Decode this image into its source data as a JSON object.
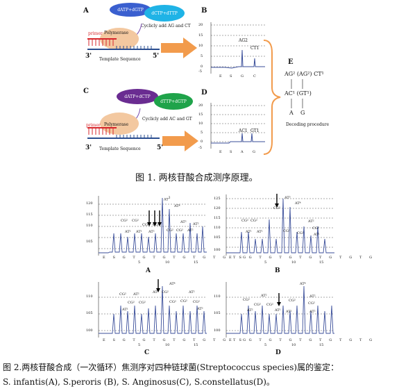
{
  "fig1": {
    "panel_a": {
      "letter": "A",
      "pill1": "dATP+dGTP",
      "pill2": "dCTP+dTTP",
      "cycle_text": "Cyclicly add AG and CT",
      "primer": "primer",
      "polymerase": "Polymerase",
      "three_prime": "3'",
      "five_prime": "5'",
      "template": "Template Sequence"
    },
    "panel_b": {
      "letter": "B",
      "peak1": "AG2",
      "peak2": "CT1",
      "y_ticks": [
        "20",
        "15",
        "10",
        "5",
        "0",
        "-5"
      ],
      "x_ticks": [
        "E",
        "S",
        "G",
        "C"
      ]
    },
    "panel_c": {
      "letter": "C",
      "pill1": "dATP+dCTP",
      "pill2": "dTTP+dGTP",
      "cycle_text": "Cyclicly add AC and GT",
      "primer": "primer",
      "polymerase": "Polymerase",
      "three_prime": "3'",
      "five_prime": "5'",
      "template": "Template Sequence"
    },
    "panel_d": {
      "letter": "D",
      "peak1": "AC1",
      "peak2": "GT1",
      "y_ticks": [
        "20",
        "15",
        "10",
        "5",
        "0",
        "-5"
      ],
      "x_ticks": [
        "E",
        "S",
        "A",
        "G"
      ]
    },
    "panel_e": {
      "letter": "E",
      "line1": "AG² (AG²) CT¹",
      "line2": "AC¹ (GT¹)",
      "base1": "A",
      "base2": "G",
      "decode": "Decoding procedure"
    },
    "caption": "图 1.  两核苷酸合成测序原理。"
  },
  "fig2": {
    "x_seq": [
      "E",
      "S",
      "G",
      "T",
      "G",
      "T",
      "G",
      "T",
      "G",
      "T",
      "G",
      "T",
      "G",
      "T",
      "G"
    ],
    "x_nums": [
      "5",
      "10",
      "15"
    ],
    "a": {
      "label": "A",
      "y_ticks": [
        "120",
        "115",
        "110",
        "105"
      ],
      "peaks": [
        "CG²",
        "CG²",
        "CG²",
        "CG²",
        "AT¹",
        "AT¹",
        "AT²",
        "AT³",
        "AT⁴",
        "AT²",
        "CG²",
        "CG²",
        "AT²",
        "AT²"
      ]
    },
    "b": {
      "label": "B",
      "y_ticks": [
        "125",
        "120",
        "115",
        "110",
        "105",
        "100"
      ],
      "peaks": [
        "CG²",
        "CG²",
        "CG²",
        "AT¹",
        "AT¹",
        "AT³",
        "AT⁴",
        "CG²",
        "AT²",
        "CG²",
        "CG²",
        "AT¹"
      ]
    },
    "c": {
      "label": "C",
      "y_ticks": [
        "110",
        "105",
        "100"
      ],
      "peaks": [
        "CG²",
        "AT²",
        "CG²",
        "CG²",
        "AT¹",
        "AT²",
        "CG²",
        "AT⁴",
        "CG²",
        "AT²",
        "AT²",
        "CG²",
        "CG²"
      ]
    },
    "d": {
      "label": "D",
      "y_ticks": [
        "110",
        "105",
        "100"
      ],
      "peaks": [
        "CG²",
        "AT²",
        "CG²",
        "AT²",
        "CG²",
        "AT¹",
        "AT¹",
        "AT⁴",
        "CG²",
        "AT²",
        "AT²",
        "CG²"
      ]
    },
    "caption_line1": "图 2.两核苷酸合成（一次循环）焦测序对四种链球菌(Streptococcus species)属的鉴定：",
    "caption_line2": "S. infantis(A), S.peroris (B), S. Anginosus(C), S.constellatus(D)。"
  },
  "colors": {
    "blue_pill": "#3a5fcf",
    "cyan_pill": "#1fb3e6",
    "purple_pill": "#6a2c91",
    "green_pill": "#1fa34a",
    "polymerase": "#f3c8a0",
    "primer": "#d7262b",
    "arrow": "#f29b4c",
    "trace": "#3a4e9a"
  }
}
